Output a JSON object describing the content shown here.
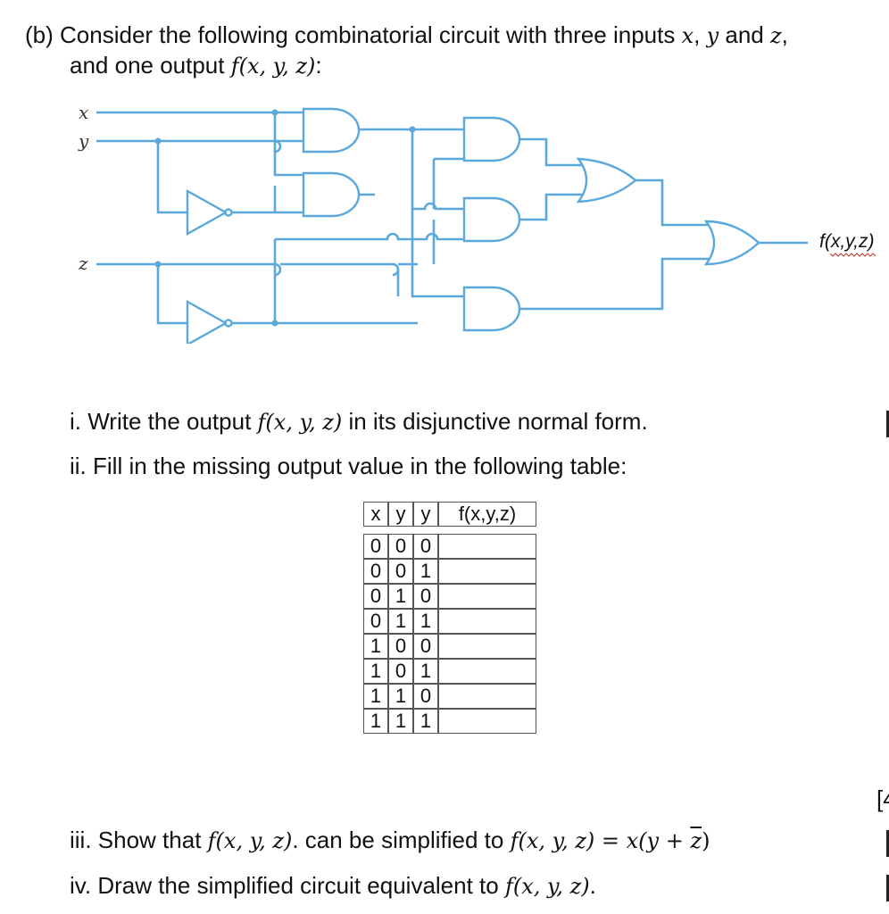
{
  "question": {
    "label": "(b)",
    "intro_line1": "Consider the following combinatorial circuit with three inputs ",
    "vars": [
      "x",
      "y",
      "z"
    ],
    "intro_and": " and ",
    "intro_line2_pre": "and one output ",
    "func": "f(x, y, z)",
    "colon": ":"
  },
  "circuit": {
    "inputs": [
      "x",
      "y",
      "z"
    ],
    "output_label": "f(x,y,z)",
    "wire_color": "#5aa8dc"
  },
  "parts": {
    "i": {
      "num": "i.",
      "pre": "Write the output ",
      "func": "f(x, y, z)",
      "post": " in its disjunctive normal form."
    },
    "ii": {
      "num": "ii.",
      "text": "Fill in the missing output value in the following table:"
    },
    "iii": {
      "num": "iii.",
      "pre": "Show that ",
      "func": "f(x, y, z)",
      "mid": ". can be simplified to ",
      "eq_lhs": "f(x, y, z) = x(y + ",
      "zbar": "z",
      "eq_end": ")"
    },
    "iv": {
      "num": "iv.",
      "pre": "Draw the simplified circuit equivalent to ",
      "func": "f(x, y, z)",
      "post": "."
    }
  },
  "table": {
    "headers": [
      "x",
      "y",
      "y",
      "f(x,y,z)"
    ],
    "rows": [
      [
        "0",
        "0",
        "0",
        ""
      ],
      [
        "0",
        "0",
        "1",
        ""
      ],
      [
        "0",
        "1",
        "0",
        ""
      ],
      [
        "0",
        "1",
        "1",
        ""
      ],
      [
        "1",
        "0",
        "0",
        ""
      ],
      [
        "1",
        "0",
        "1",
        ""
      ],
      [
        "1",
        "1",
        "0",
        ""
      ],
      [
        "1",
        "1",
        "1",
        ""
      ]
    ]
  },
  "margin_note": "[4"
}
